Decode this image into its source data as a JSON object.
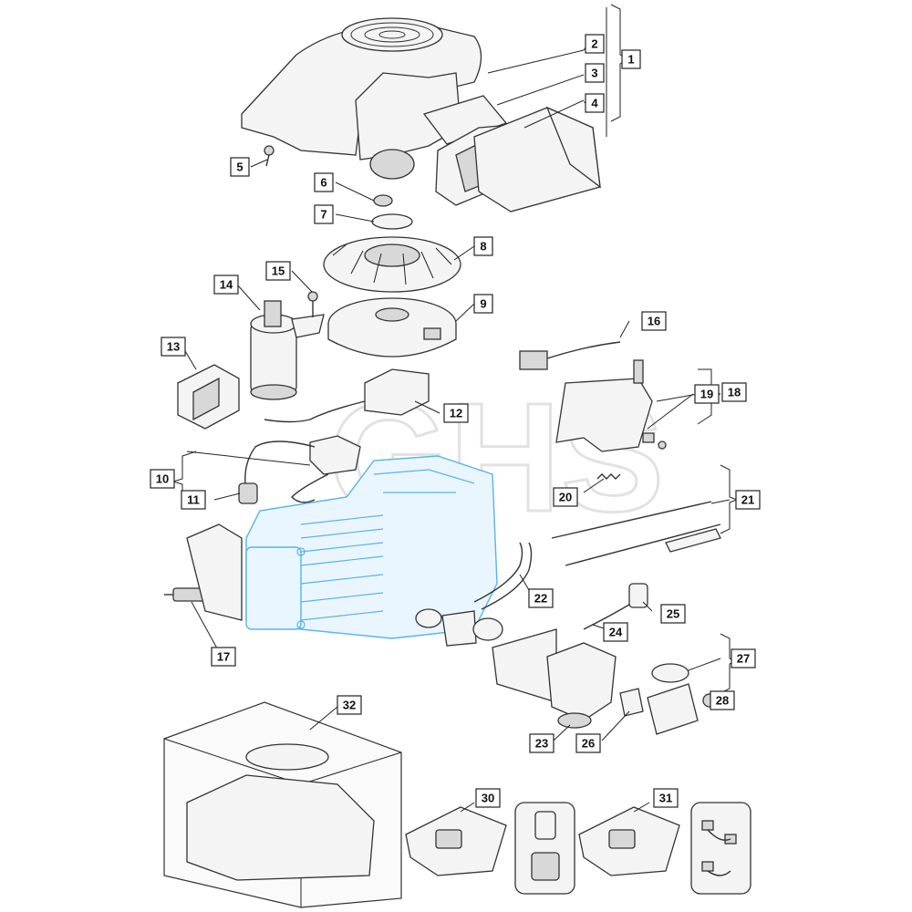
{
  "callouts": [
    {
      "id": "1",
      "label": "1"
    },
    {
      "id": "2",
      "label": "2"
    },
    {
      "id": "3",
      "label": "3"
    },
    {
      "id": "4",
      "label": "4"
    },
    {
      "id": "5",
      "label": "5"
    },
    {
      "id": "6",
      "label": "6"
    },
    {
      "id": "7",
      "label": "7"
    },
    {
      "id": "8",
      "label": "8"
    },
    {
      "id": "9",
      "label": "9"
    },
    {
      "id": "10",
      "label": "10"
    },
    {
      "id": "11",
      "label": "11"
    },
    {
      "id": "12",
      "label": "12"
    },
    {
      "id": "13",
      "label": "13"
    },
    {
      "id": "14",
      "label": "14"
    },
    {
      "id": "15",
      "label": "15"
    },
    {
      "id": "16",
      "label": "16"
    },
    {
      "id": "17",
      "label": "17"
    },
    {
      "id": "18",
      "label": "18"
    },
    {
      "id": "19",
      "label": "19"
    },
    {
      "id": "20",
      "label": "20"
    },
    {
      "id": "21",
      "label": "21"
    },
    {
      "id": "22",
      "label": "22"
    },
    {
      "id": "23",
      "label": "23"
    },
    {
      "id": "24",
      "label": "24"
    },
    {
      "id": "25",
      "label": "25"
    },
    {
      "id": "26",
      "label": "26"
    },
    {
      "id": "27",
      "label": "27"
    },
    {
      "id": "28",
      "label": "28"
    },
    {
      "id": "30",
      "label": "30"
    },
    {
      "id": "31",
      "label": "31"
    },
    {
      "id": "32",
      "label": "32"
    }
  ],
  "watermark": "GHS",
  "colors": {
    "engine_outline": "#58b4e8",
    "line": "#222222",
    "watermark": "#e2e2e2"
  }
}
